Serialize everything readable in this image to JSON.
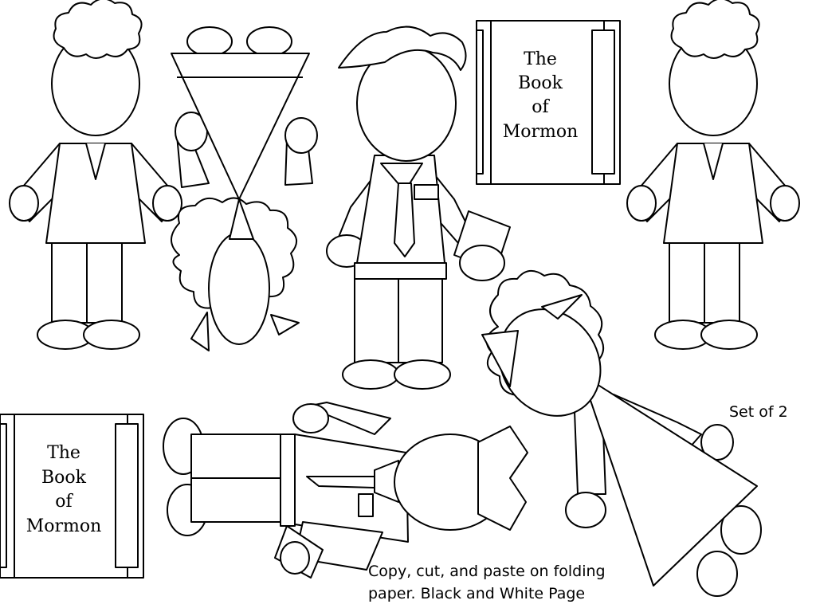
{
  "book": {
    "line1": "The",
    "line2": "Book",
    "line3": "of",
    "line4": "Mormon"
  },
  "set_label": "Set of 2",
  "instructions": {
    "line1": "Copy, cut, and paste on folding",
    "line2": "paper. Black and White Page"
  },
  "colors": {
    "ink": "#000000",
    "paper": "#ffffff"
  }
}
